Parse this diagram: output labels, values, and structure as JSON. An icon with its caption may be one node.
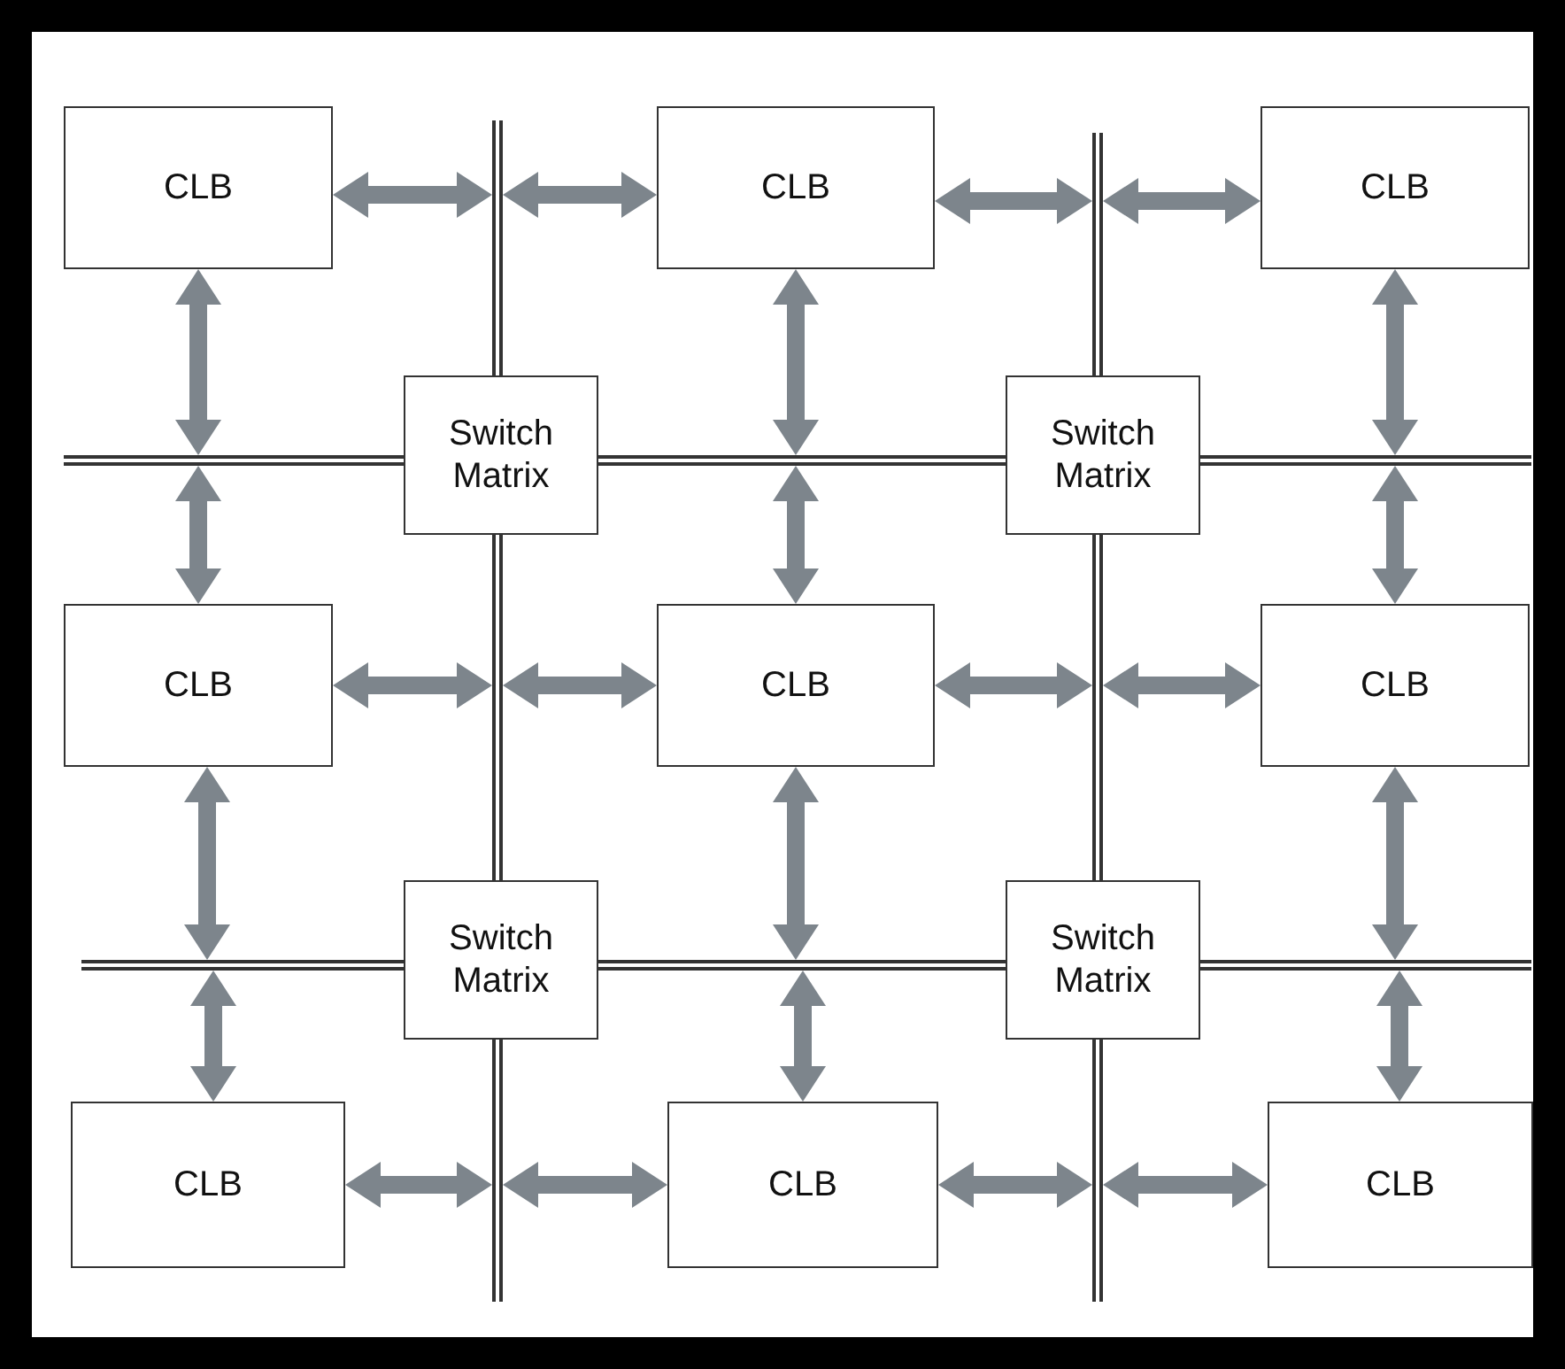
{
  "diagram": {
    "nodes": [
      {
        "text": [
          "CLB"
        ]
      },
      {
        "text": [
          "CLB"
        ]
      },
      {
        "text": [
          "CLB"
        ]
      },
      {
        "text": [
          "Switch Matrix"
        ]
      },
      {
        "text": [
          "Switch Matrix"
        ]
      },
      {
        "text": [
          "CLB"
        ]
      },
      {
        "text": [
          "CLB"
        ]
      },
      {
        "text": [
          "CLB"
        ]
      },
      {
        "text": [
          "Switch Matrix"
        ]
      },
      {
        "text": [
          "Switch Matrix"
        ]
      },
      {
        "text": [
          "CLB"
        ]
      },
      {
        "text": [
          "CLB"
        ]
      },
      {
        "text": [
          "CLB"
        ]
      },
      {
        "text": [],
        "shape": "bar"
      },
      {
        "text": [],
        "shape": "bar"
      },
      {
        "text": [],
        "shape": "bar"
      },
      {
        "text": [],
        "shape": "bar"
      },
      {
        "text": [],
        "shape": "bar"
      },
      {
        "text": [],
        "shape": "bar"
      },
      {
        "text": [],
        "shape": "bar"
      },
      {
        "text": [],
        "shape": "bar"
      },
      {
        "text": [],
        "shape": "bar"
      },
      {
        "text": [],
        "shape": "bar"
      },
      {
        "text": [],
        "shape": "bar"
      },
      {
        "text": [],
        "shape": "bar"
      }
    ],
    "edges": [
      {
        "from": 0,
        "to": 13,
        "arrow": "both"
      },
      {
        "from": 13,
        "to": 1,
        "arrow": "both"
      },
      {
        "from": 1,
        "to": 14,
        "arrow": "both"
      },
      {
        "from": 14,
        "to": 2,
        "arrow": "both"
      },
      {
        "from": 5,
        "to": 18,
        "arrow": "both"
      },
      {
        "from": 18,
        "to": 6,
        "arrow": "both"
      },
      {
        "from": 6,
        "to": 19,
        "arrow": "both"
      },
      {
        "from": 19,
        "to": 7,
        "arrow": "both"
      },
      {
        "from": 10,
        "to": 23,
        "arrow": "both"
      },
      {
        "from": 23,
        "to": 11,
        "arrow": "both"
      },
      {
        "from": 11,
        "to": 24,
        "arrow": "both"
      },
      {
        "from": 24,
        "to": 12,
        "arrow": "both"
      },
      {
        "from": 0,
        "to": 15,
        "arrow": "both"
      },
      {
        "from": 15,
        "to": 5,
        "arrow": "both"
      },
      {
        "from": 1,
        "to": 16,
        "arrow": "both"
      },
      {
        "from": 16,
        "to": 6,
        "arrow": "both"
      },
      {
        "from": 2,
        "to": 17,
        "arrow": "both"
      },
      {
        "from": 17,
        "to": 7,
        "arrow": "both"
      },
      {
        "from": 5,
        "to": 20,
        "arrow": "both"
      },
      {
        "from": 20,
        "to": 10,
        "arrow": "both"
      },
      {
        "from": 6,
        "to": 21,
        "arrow": "both"
      },
      {
        "from": 21,
        "to": 11,
        "arrow": "both"
      },
      {
        "from": 7,
        "to": 22,
        "arrow": "both"
      },
      {
        "from": 22,
        "to": 12,
        "arrow": "both"
      }
    ]
  }
}
